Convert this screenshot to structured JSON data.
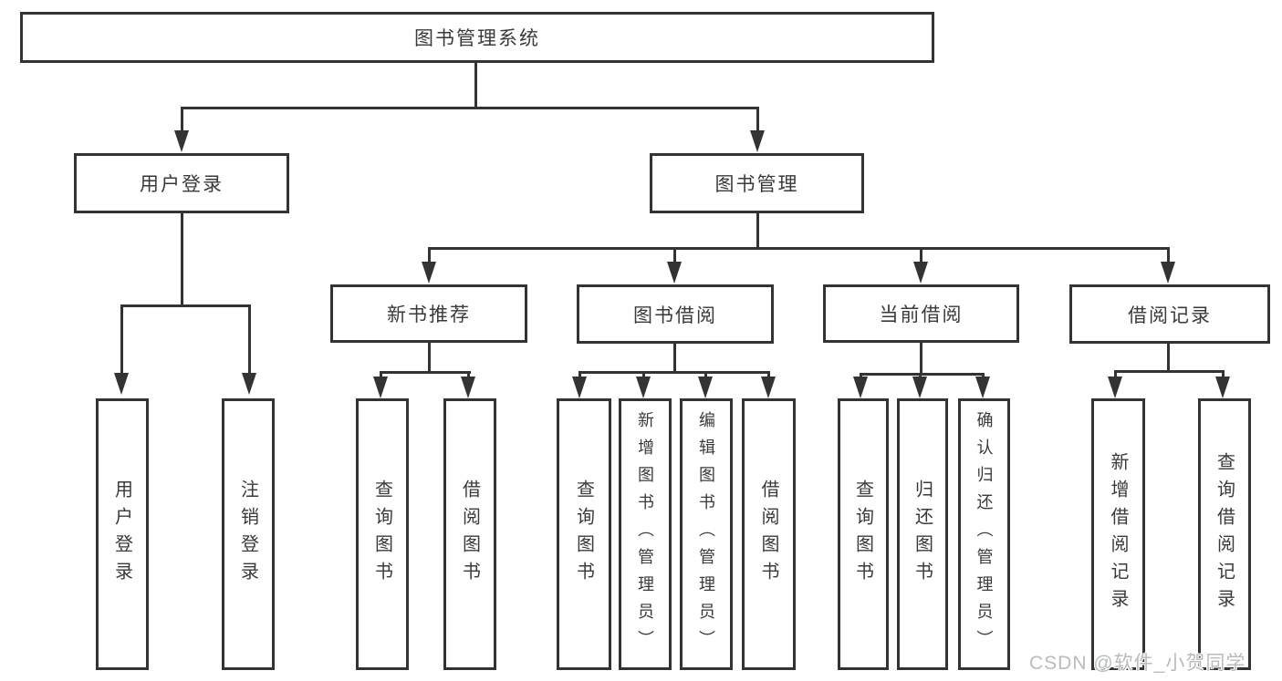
{
  "diagram_title": "图书管理系统",
  "tree": {
    "root": {
      "label": "图书管理系统"
    },
    "branches": [
      {
        "label": "用户登录",
        "children": [
          "用户登录",
          "注销登录"
        ]
      },
      {
        "label": "图书管理",
        "groups": [
          {
            "label": "新书推荐",
            "children": [
              "查询图书",
              "借阅图书"
            ]
          },
          {
            "label": "图书借阅",
            "children": [
              "查询图书",
              "新增图书（管理员）",
              "编辑图书（管理员）",
              "借阅图书"
            ]
          },
          {
            "label": "当前借阅",
            "children": [
              "查询图书",
              "归还图书",
              "确认归还（管理员）"
            ]
          },
          {
            "label": "借阅记录",
            "children": [
              "新增借阅记录",
              "查询借阅记录"
            ]
          }
        ]
      }
    ]
  },
  "watermark": {
    "text": "CSDN @软件_小贺同学"
  },
  "colors": {
    "line": "#333333",
    "text": "#3a3a3a",
    "box-bg": "#ffffff",
    "background": "#ffffff",
    "watermark": "#b8bcbe"
  }
}
